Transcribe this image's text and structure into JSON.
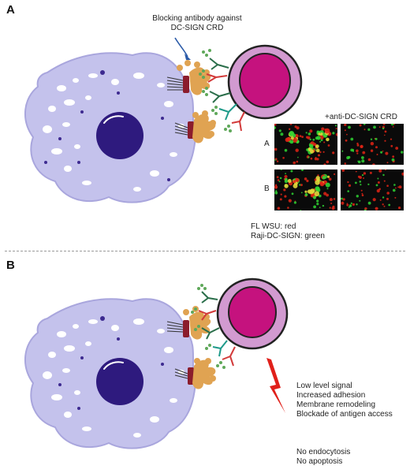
{
  "panel_a": {
    "letter": "A",
    "annotation": [
      "Blocking antibody against",
      "DC-SIGN CRD"
    ],
    "micro_header": "+anti-DC-SIGN CRD",
    "row_labels": [
      "A",
      "B"
    ],
    "legend": [
      "FL WSU: red",
      "Raji-DC-SIGN: green"
    ]
  },
  "panel_b": {
    "letter": "B",
    "outcomes": [
      "Low level signal",
      "Increased adhesion",
      "Membrane remodeling",
      "Blockade of antigen access"
    ],
    "negatives": [
      "No endocytosis",
      "No apoptosis"
    ]
  },
  "colors": {
    "dc_cell_fill": "#c4c2ec",
    "dc_cell_stroke": "#a9a6dd",
    "dc_nucleus": "#2e1a7e",
    "b_cell_outer": "#d29ad0",
    "b_cell_inner": "#c5127e",
    "receptor": "#e0a352",
    "receptor_stem": "#8b1c2c",
    "lightning": "#e0201a",
    "micro_red": "#e02515",
    "micro_green": "#2fd432",
    "micro_yellow": "#e3d63a"
  }
}
